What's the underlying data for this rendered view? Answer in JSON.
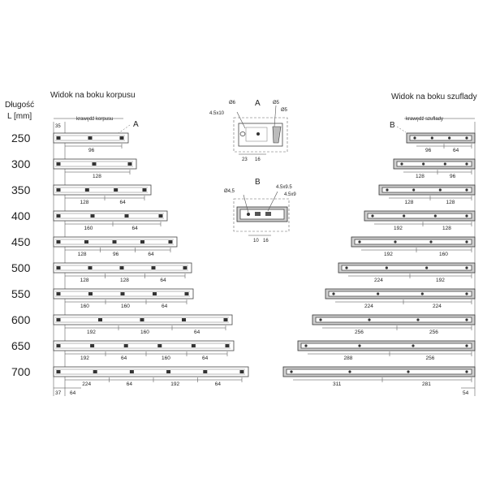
{
  "headings": {
    "length_label_line1": "Długość",
    "length_label_line2": "L [mm]",
    "left_view": "Widok na boku korpusu",
    "right_view": "Widok na boku szuflady",
    "left_edge": "krawędź korpusu",
    "right_edge": "krawędź szuflady"
  },
  "lengths": [
    "250",
    "300",
    "350",
    "400",
    "450",
    "500",
    "550",
    "600",
    "650",
    "700"
  ],
  "left_dims": [
    [
      "96"
    ],
    [
      "128"
    ],
    [
      "128",
      "64"
    ],
    [
      "160",
      "64"
    ],
    [
      "128",
      "96",
      "64"
    ],
    [
      "128",
      "128",
      "64"
    ],
    [
      "160",
      "160",
      "64"
    ],
    [
      "192",
      "160",
      "64"
    ],
    [
      "192",
      "64",
      "160",
      "64"
    ],
    [
      "224",
      "64",
      "192",
      "64"
    ]
  ],
  "left_offsets": {
    "top": "35",
    "bottom_a": "37",
    "bottom_b": "64"
  },
  "right_dims": [
    [
      "96",
      "64"
    ],
    [
      "128",
      "96"
    ],
    [
      "128",
      "128"
    ],
    [
      "192",
      "128"
    ],
    [
      "192",
      "160"
    ],
    [
      "224",
      "192"
    ],
    [
      "224",
      "224"
    ],
    [
      "256",
      "256"
    ],
    [
      "288",
      "256"
    ],
    [
      "311",
      "281"
    ]
  ],
  "right_offsets": {
    "bottom": "54"
  },
  "detail_a": {
    "label": "A",
    "d6": "Ø6",
    "d5a": "Ø5",
    "d5b": "Ø5",
    "slot": "4.5x10",
    "w23": "23",
    "w16": "16"
  },
  "detail_b": {
    "label": "B",
    "d45": "Ø4,5",
    "slot1": "4.5x9.5",
    "slot2": "4.5x9",
    "w10": "10",
    "w16": "16"
  },
  "markers": {
    "a": "A",
    "b": "B"
  }
}
